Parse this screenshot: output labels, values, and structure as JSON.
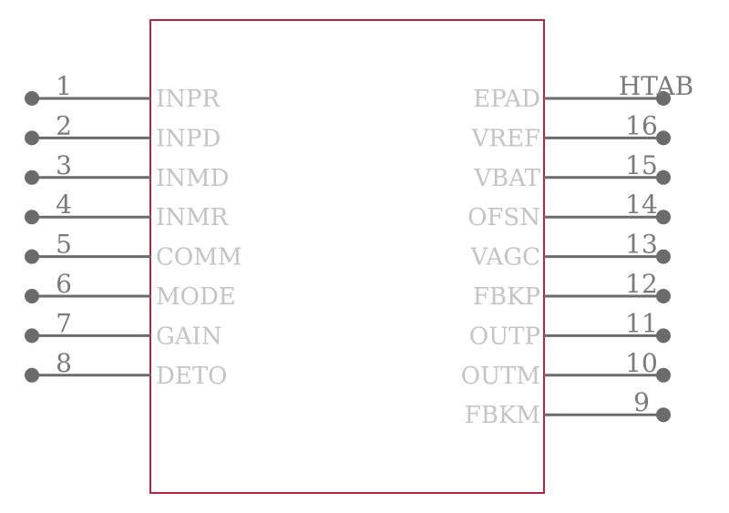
{
  "component": {
    "body_color": "#b5263f",
    "pin_color": "#6b6b6b",
    "pin_name_color": "#c4c4c4",
    "pin_number_color": "#7a7a7a"
  },
  "left_pins": [
    {
      "number": "1",
      "name": "INPR"
    },
    {
      "number": "2",
      "name": "INPD"
    },
    {
      "number": "3",
      "name": "INMD"
    },
    {
      "number": "4",
      "name": "INMR"
    },
    {
      "number": "5",
      "name": "COMM"
    },
    {
      "number": "6",
      "name": "MODE"
    },
    {
      "number": "7",
      "name": "GAIN"
    },
    {
      "number": "8",
      "name": "DETO"
    }
  ],
  "right_pins": [
    {
      "number": "HTAB",
      "name": "EPAD"
    },
    {
      "number": "16",
      "name": "VREF"
    },
    {
      "number": "15",
      "name": "VBAT"
    },
    {
      "number": "14",
      "name": "OFSN"
    },
    {
      "number": "13",
      "name": "VAGC"
    },
    {
      "number": "12",
      "name": "FBKP"
    },
    {
      "number": "11",
      "name": "OUTP"
    },
    {
      "number": "10",
      "name": "OUTM"
    },
    {
      "number": "9",
      "name": "FBKM"
    }
  ]
}
